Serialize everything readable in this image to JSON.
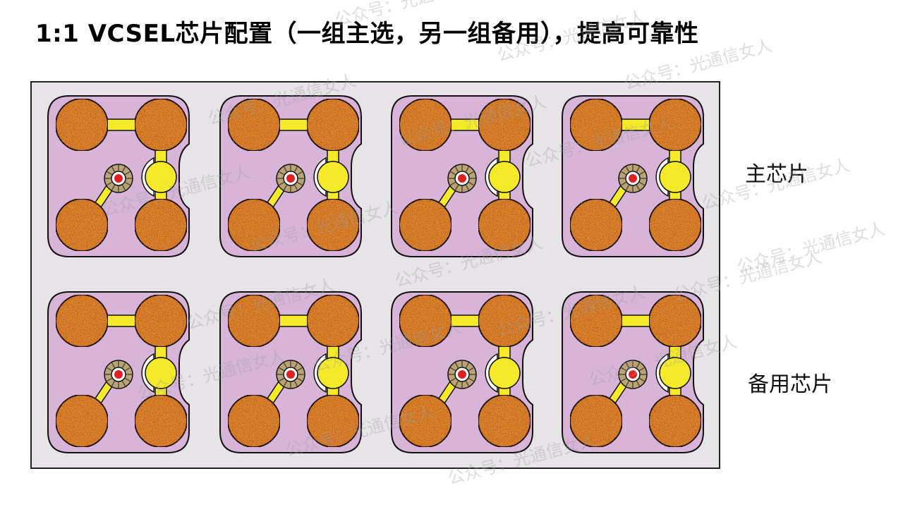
{
  "title": "1:1 VCSEL芯片配置（一组主选，另一组备用），提高可靠性",
  "labels": {
    "main_chips": "主芯片",
    "backup_chips": "备用芯片"
  },
  "watermark": "公众号：光通信女人",
  "diagram": {
    "rows": 2,
    "columns": 4,
    "colors": {
      "board_fill": "#e6e4e6",
      "board_stroke": "#222222",
      "chip_fill": "#d8b4d8",
      "chip_stroke": "#111111",
      "pad_fill": "#d9822b",
      "pad_speckle": "#a0401a",
      "trace": "#f4ea2a",
      "emitter_ring": "#b9a47a",
      "emitter_core": "#e02020"
    }
  }
}
